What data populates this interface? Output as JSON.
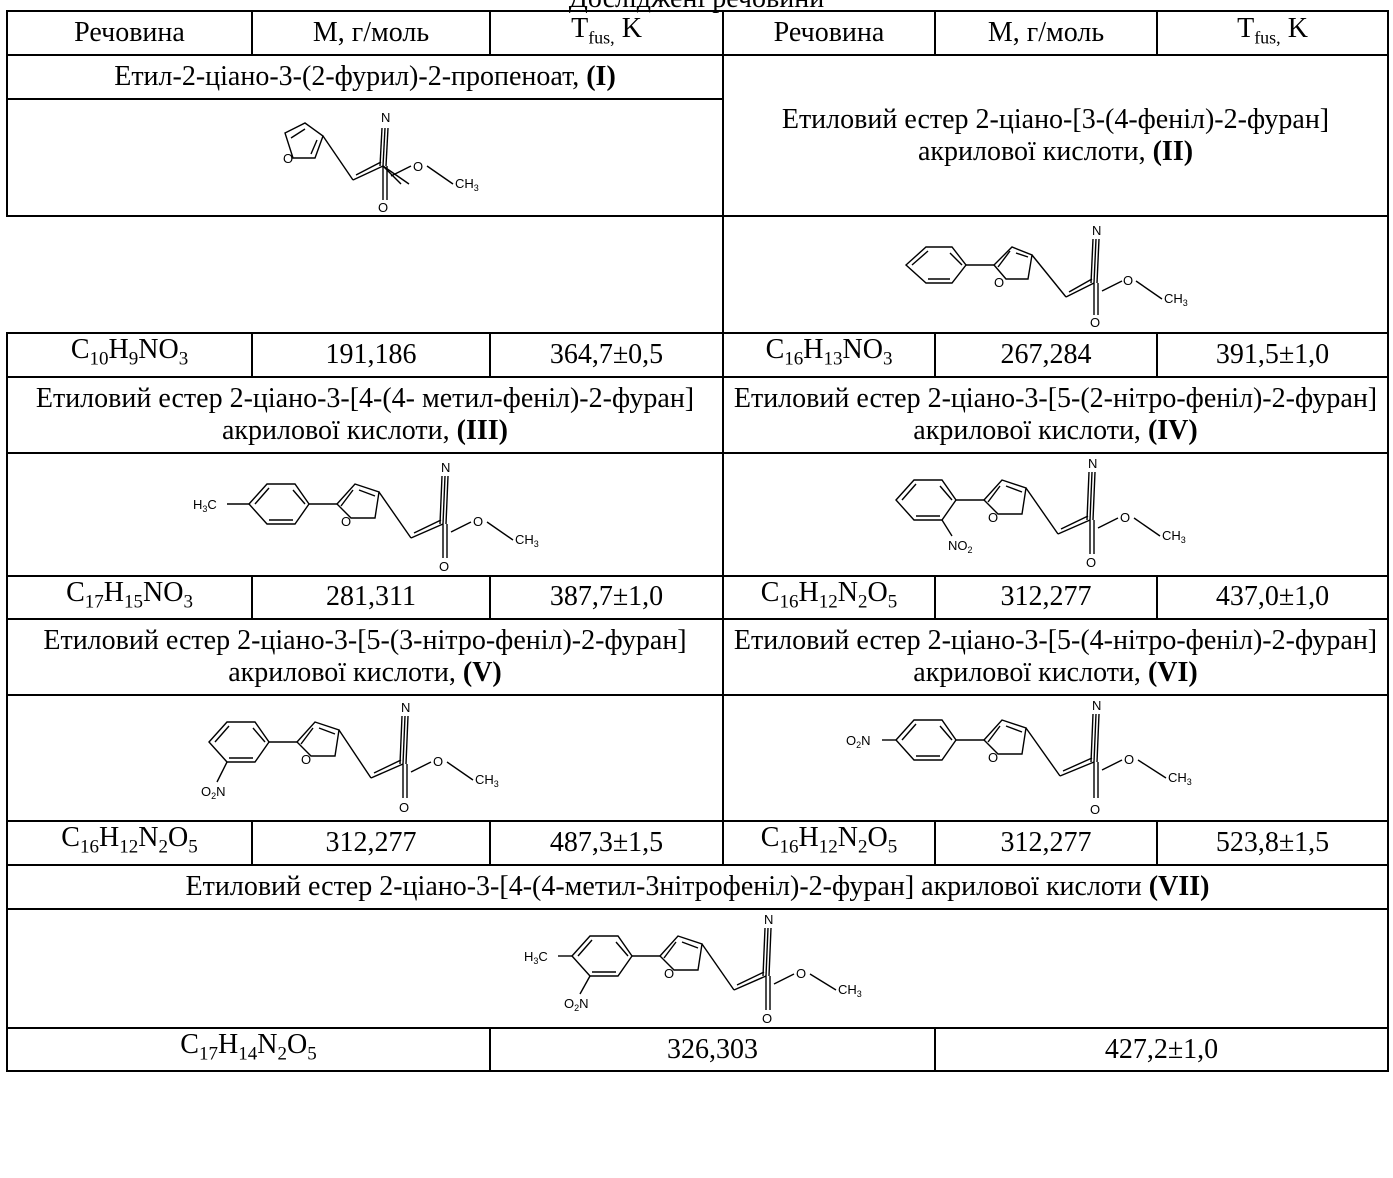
{
  "caption": "Досліджені речовини",
  "header": {
    "substance": "Речовина",
    "molar_mass": "М, г/моль",
    "tfus_base": "T",
    "tfus_sub": "fus,",
    "tfus_unit": " K"
  },
  "compounds": [
    {
      "name_text": "Етил-2-ціано-3-(2-фурил)-2-пропеноат, ",
      "id": "(I)",
      "formula": [
        {
          "t": "C"
        },
        {
          "s": "10"
        },
        {
          "t": "H"
        },
        {
          "s": "9"
        },
        {
          "t": "NO"
        },
        {
          "s": "3"
        }
      ],
      "M": "191,186",
      "Tfus": "364,7±0,5"
    },
    {
      "name_text": "Етиловий естер 2-ціано-[3-(4-феніл)-2-фуран] акрилової кислоти, ",
      "id": "(II)",
      "formula": [
        {
          "t": "C"
        },
        {
          "s": "16"
        },
        {
          "t": "H"
        },
        {
          "s": "13"
        },
        {
          "t": "NO"
        },
        {
          "s": "3"
        }
      ],
      "M": "267,284",
      "Tfus": "391,5±1,0"
    },
    {
      "name_text": "Етиловий естер 2-ціано-3-[4-(4- метил-феніл)-2-фуран] акрилової кислоти, ",
      "id": "(III)",
      "formula": [
        {
          "t": "C"
        },
        {
          "s": "17"
        },
        {
          "t": "H"
        },
        {
          "s": "15"
        },
        {
          "t": "NO"
        },
        {
          "s": "3"
        }
      ],
      "M": "281,311",
      "Tfus": "387,7±1,0"
    },
    {
      "name_text": "Етиловий естер 2-ціано-3-[5-(2-нітро-феніл)-2-фуран] акрилової кислоти, ",
      "id": "(IV)",
      "formula": [
        {
          "t": "C"
        },
        {
          "s": "16"
        },
        {
          "t": "H"
        },
        {
          "s": "12"
        },
        {
          "t": "N"
        },
        {
          "s": "2"
        },
        {
          "t": "O"
        },
        {
          "s": "5"
        }
      ],
      "M": "312,277",
      "Tfus": "437,0±1,0"
    },
    {
      "name_text": "Етиловий естер 2-ціано-3-[5-(3-нітро-феніл)-2-фуран] акрилової кислоти, ",
      "id": "(V)",
      "formula": [
        {
          "t": "C"
        },
        {
          "s": "16"
        },
        {
          "t": "H"
        },
        {
          "s": "12"
        },
        {
          "t": "N"
        },
        {
          "s": "2"
        },
        {
          "t": "O"
        },
        {
          "s": "5"
        }
      ],
      "M": "312,277",
      "Tfus": "487,3±1,5"
    },
    {
      "name_text": "Етиловий естер 2-ціано-3-[5-(4-нітро-феніл)-2-фуран] акрилової кислоти, ",
      "id": "(VI)",
      "formula": [
        {
          "t": "C"
        },
        {
          "s": "16"
        },
        {
          "t": "H"
        },
        {
          "s": "12"
        },
        {
          "t": "N"
        },
        {
          "s": "2"
        },
        {
          "t": "O"
        },
        {
          "s": "5"
        }
      ],
      "M": "312,277",
      "Tfus": "523,8±1,5"
    },
    {
      "name_text": "Етиловий естер 2-ціано-3-[4-(4-метил-3нітрофеніл)-2-фуран] акрилової кислоти ",
      "id": "(VII)",
      "formula": [
        {
          "t": "C"
        },
        {
          "s": "17"
        },
        {
          "t": "H"
        },
        {
          "s": "14"
        },
        {
          "t": "N"
        },
        {
          "s": "2"
        },
        {
          "t": "O"
        },
        {
          "s": "5"
        }
      ],
      "M": "326,303",
      "Tfus": "427,2±1,0"
    }
  ],
  "atom_labels": {
    "N": "N",
    "O": "O",
    "CH3": "CH",
    "CH3_sub": "3",
    "H3C": "H",
    "H3C_sub": "3",
    "H3C_tail": "C",
    "NO2": "NO",
    "O2N_a": "O",
    "O2N_b": "N",
    "sub2": "2"
  }
}
